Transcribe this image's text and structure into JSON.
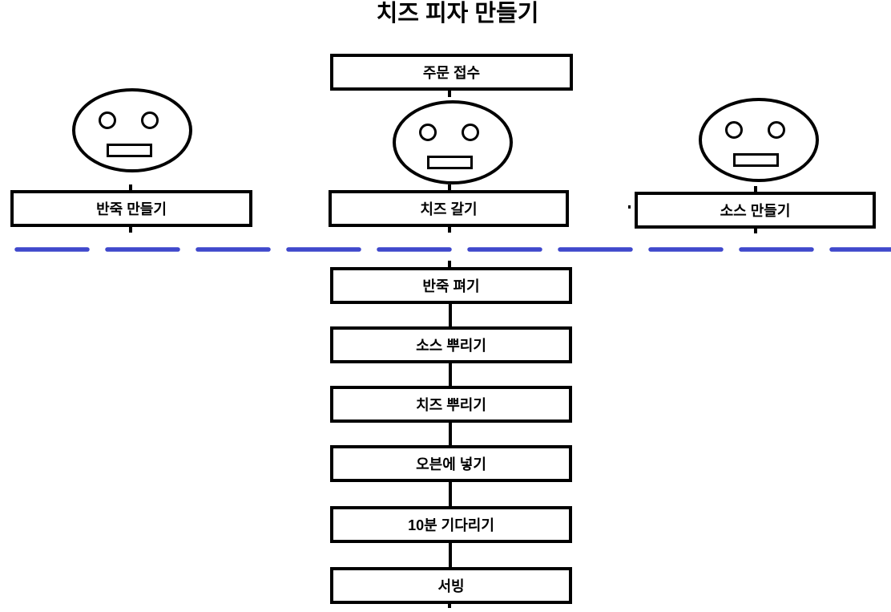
{
  "title": "치즈 피자 만들기",
  "colors": {
    "ink": "#000000",
    "divider_blue": "#3F48CC",
    "background": "#FFFFFF"
  },
  "order_box": {
    "label": "주문 접수"
  },
  "prep_row": [
    {
      "label": "반죽 만들기"
    },
    {
      "label": "치즈 갈기"
    },
    {
      "label": "소스 만들기"
    }
  ],
  "assembly_steps": [
    {
      "label": "반죽 펴기"
    },
    {
      "label": "소스 뿌리기"
    },
    {
      "label": "치즈 뿌리기"
    },
    {
      "label": "오븐에 넣기"
    },
    {
      "label": "10분 기다리기"
    },
    {
      "label": "서빙"
    }
  ]
}
